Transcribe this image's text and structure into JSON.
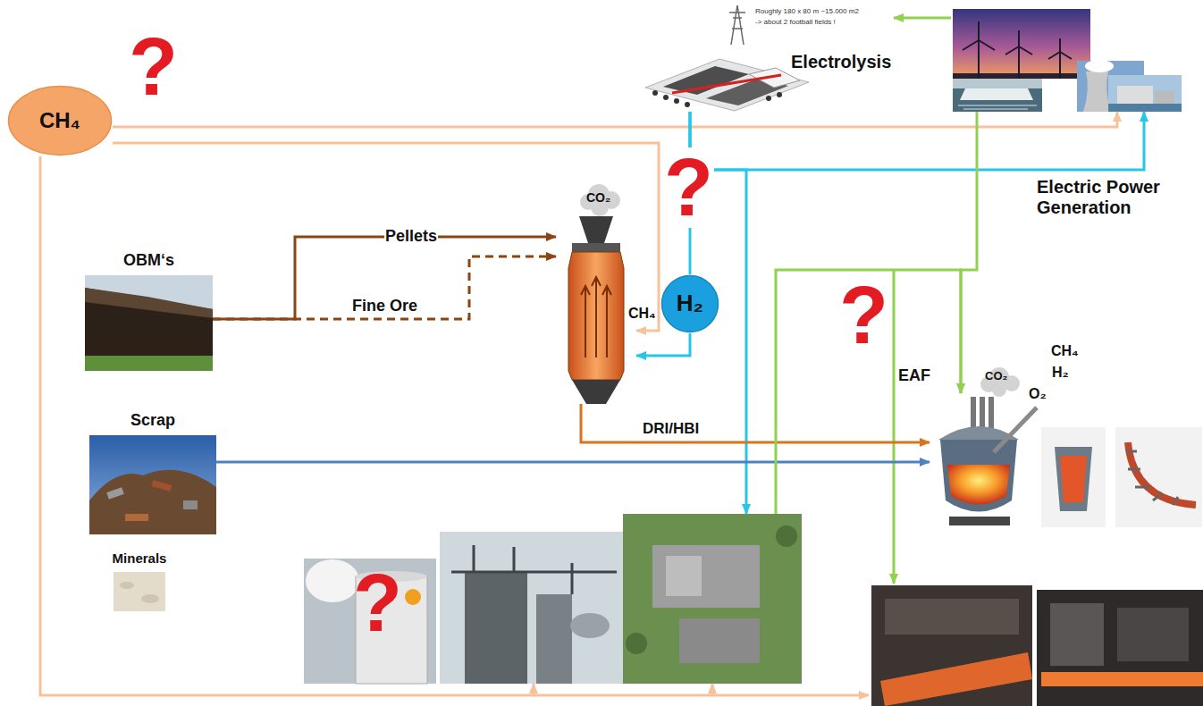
{
  "diagram": {
    "nodes": [
      {
        "text": [
          "CH₄"
        ]
      },
      {
        "text": [
          "Electrolysis",
          "Roughly 180 x 80 m ~15.000 m2",
          "-> about 2 football fields !"
        ]
      },
      {
        "text": [
          "Electric Power Generation"
        ]
      },
      {
        "text": [
          "OBM‘s"
        ]
      },
      {
        "text": [
          "CO₂"
        ]
      },
      {
        "text": [
          "H₂"
        ]
      },
      {
        "text": [
          "Scrap"
        ]
      },
      {
        "text": [
          "Minerals"
        ]
      },
      {
        "text": [
          "EAF",
          "CO₂"
        ]
      },
      {
        "text": [
          "?"
        ]
      }
    ],
    "edges": [
      {
        "from": 0,
        "to": 2,
        "arrow": "to"
      },
      {
        "from": 0,
        "to": 4,
        "label": "CH₄",
        "arrow": "to"
      },
      {
        "from": 0,
        "to": 9,
        "arrow": "to"
      },
      {
        "from": 2,
        "to": 1,
        "arrow": "to"
      },
      {
        "from": 1,
        "to": 5,
        "arrow": "none"
      },
      {
        "from": 5,
        "to": 4,
        "arrow": "to"
      },
      {
        "from": 1,
        "to": 2,
        "arrow": "to"
      },
      {
        "from": 1,
        "to": 9,
        "arrow": "to"
      },
      {
        "from": 3,
        "to": 4,
        "label": "Pellets",
        "arrow": "to"
      },
      {
        "from": 3,
        "to": 4,
        "label": "Fine Ore",
        "arrow": "to"
      },
      {
        "from": 4,
        "to": 8,
        "label": "DRI/HBI",
        "arrow": "to"
      },
      {
        "from": 6,
        "to": 8,
        "arrow": "to"
      },
      {
        "from": 2,
        "to": 8,
        "arrow": "to"
      },
      {
        "from": 9,
        "to": 8,
        "arrow": "to"
      }
    ],
    "labels": [
      "?",
      "?",
      "?",
      "CH₄",
      "H₂",
      "O₂"
    ]
  }
}
